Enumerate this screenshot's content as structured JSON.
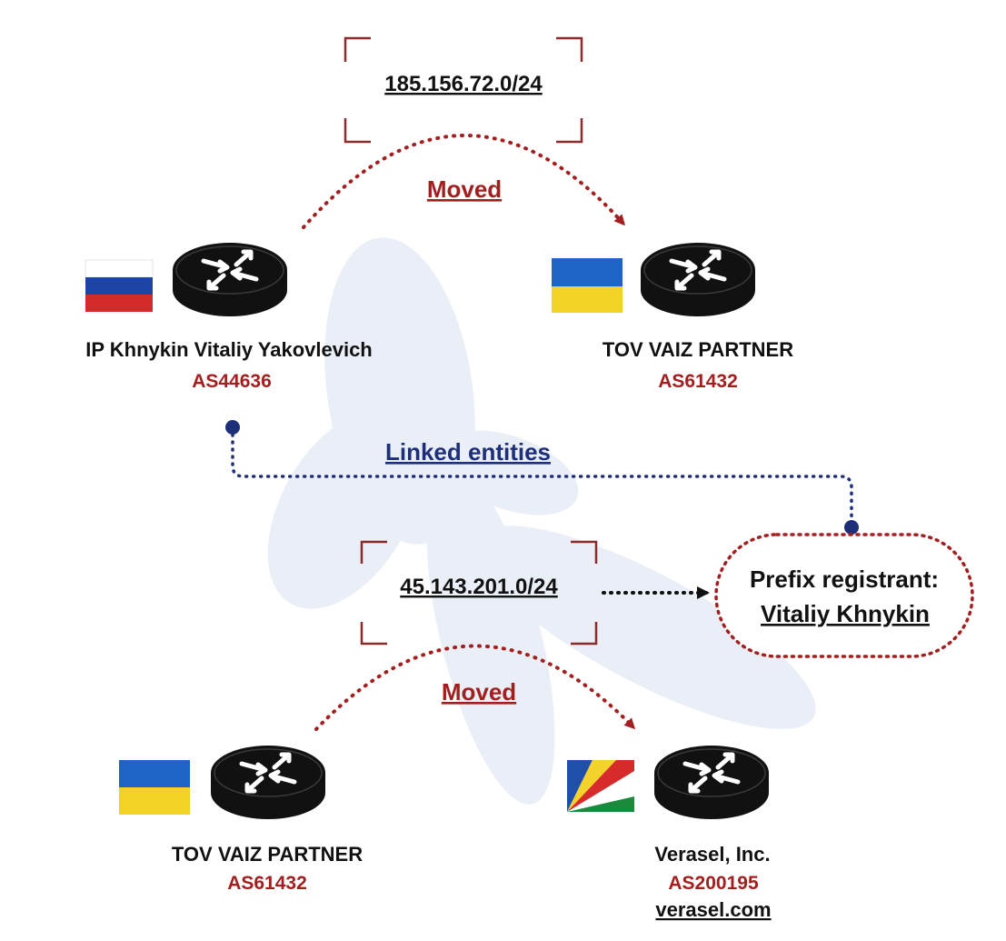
{
  "prefixes": {
    "top": "185.156.72.0/24",
    "bottom": "45.143.201.0/24"
  },
  "moved_label_top": "Moved",
  "moved_label_bottom": "Moved",
  "linked_label": "Linked entities",
  "registrant": {
    "key": "Prefix registrant:",
    "value": "Vitaliy Khnykin"
  },
  "nodes": {
    "top_left": {
      "name": "IP Khnykin Vitaliy Yakovlevich",
      "asn": "AS44636",
      "flag": "russia-flag"
    },
    "top_right": {
      "name": "TOV VAIZ PARTNER",
      "asn": "AS61432",
      "flag": "ukraine-flag"
    },
    "bottom_left": {
      "name": "TOV VAIZ PARTNER",
      "asn": "AS61432",
      "flag": "ukraine-flag"
    },
    "bottom_right": {
      "name": "Verasel, Inc.",
      "asn": "AS200195",
      "domain": "verasel.com",
      "flag": "seychelles-flag"
    }
  },
  "icons": {
    "router": "router-icon",
    "watermark": "dragonfly-watermark"
  },
  "colors": {
    "moved_arrow": "#a31f1f",
    "linked_line": "#1e2f7a",
    "asn_text": "#a31f1f",
    "bracket": "#8b2a2a",
    "registrant_border": "#a31f1f",
    "watermark": "#e9eef7"
  }
}
